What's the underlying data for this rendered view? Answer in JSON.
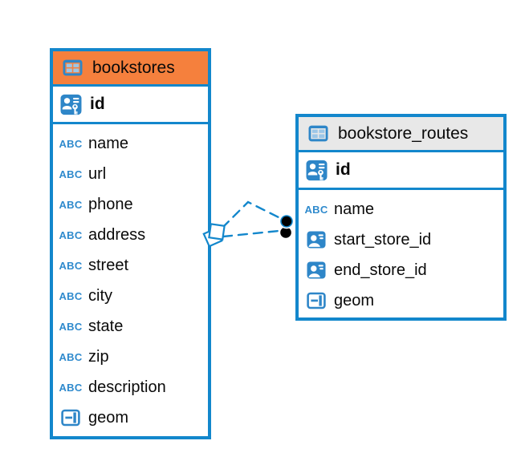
{
  "colors": {
    "accent_blue": "#1387CC",
    "icon_fill_blue": "#2E86C8",
    "icon_cell_light_blue": "#9CC6E7",
    "bookstores_header_orange": "#F5803D",
    "routes_header_gray": "#E8E8E8",
    "connector_dot_black": "#000000",
    "text_black": "#0A0A0A",
    "canvas_background": "#FFFFFF"
  },
  "icons": {
    "text_type_label": "ABC"
  },
  "tables": [
    {
      "name": "bookstores",
      "header_color": "#F5803D",
      "primary_key": {
        "name": "id"
      },
      "columns": [
        {
          "name": "name",
          "type": "text"
        },
        {
          "name": "url",
          "type": "text"
        },
        {
          "name": "phone",
          "type": "text"
        },
        {
          "name": "address",
          "type": "text"
        },
        {
          "name": "street",
          "type": "text"
        },
        {
          "name": "city",
          "type": "text"
        },
        {
          "name": "state",
          "type": "text"
        },
        {
          "name": "zip",
          "type": "text"
        },
        {
          "name": "description",
          "type": "text"
        },
        {
          "name": "geom",
          "type": "geometry"
        }
      ]
    },
    {
      "name": "bookstore_routes",
      "header_color": "#E8E8E8",
      "primary_key": {
        "name": "id"
      },
      "columns": [
        {
          "name": "name",
          "type": "text"
        },
        {
          "name": "start_store_id",
          "type": "reference"
        },
        {
          "name": "end_store_id",
          "type": "reference"
        },
        {
          "name": "geom",
          "type": "geometry"
        }
      ]
    }
  ],
  "connector": {
    "style": "dashed",
    "color": "#1387CC",
    "line_count": 2,
    "from_table": "bookstores",
    "to_table": "bookstore_routes"
  }
}
